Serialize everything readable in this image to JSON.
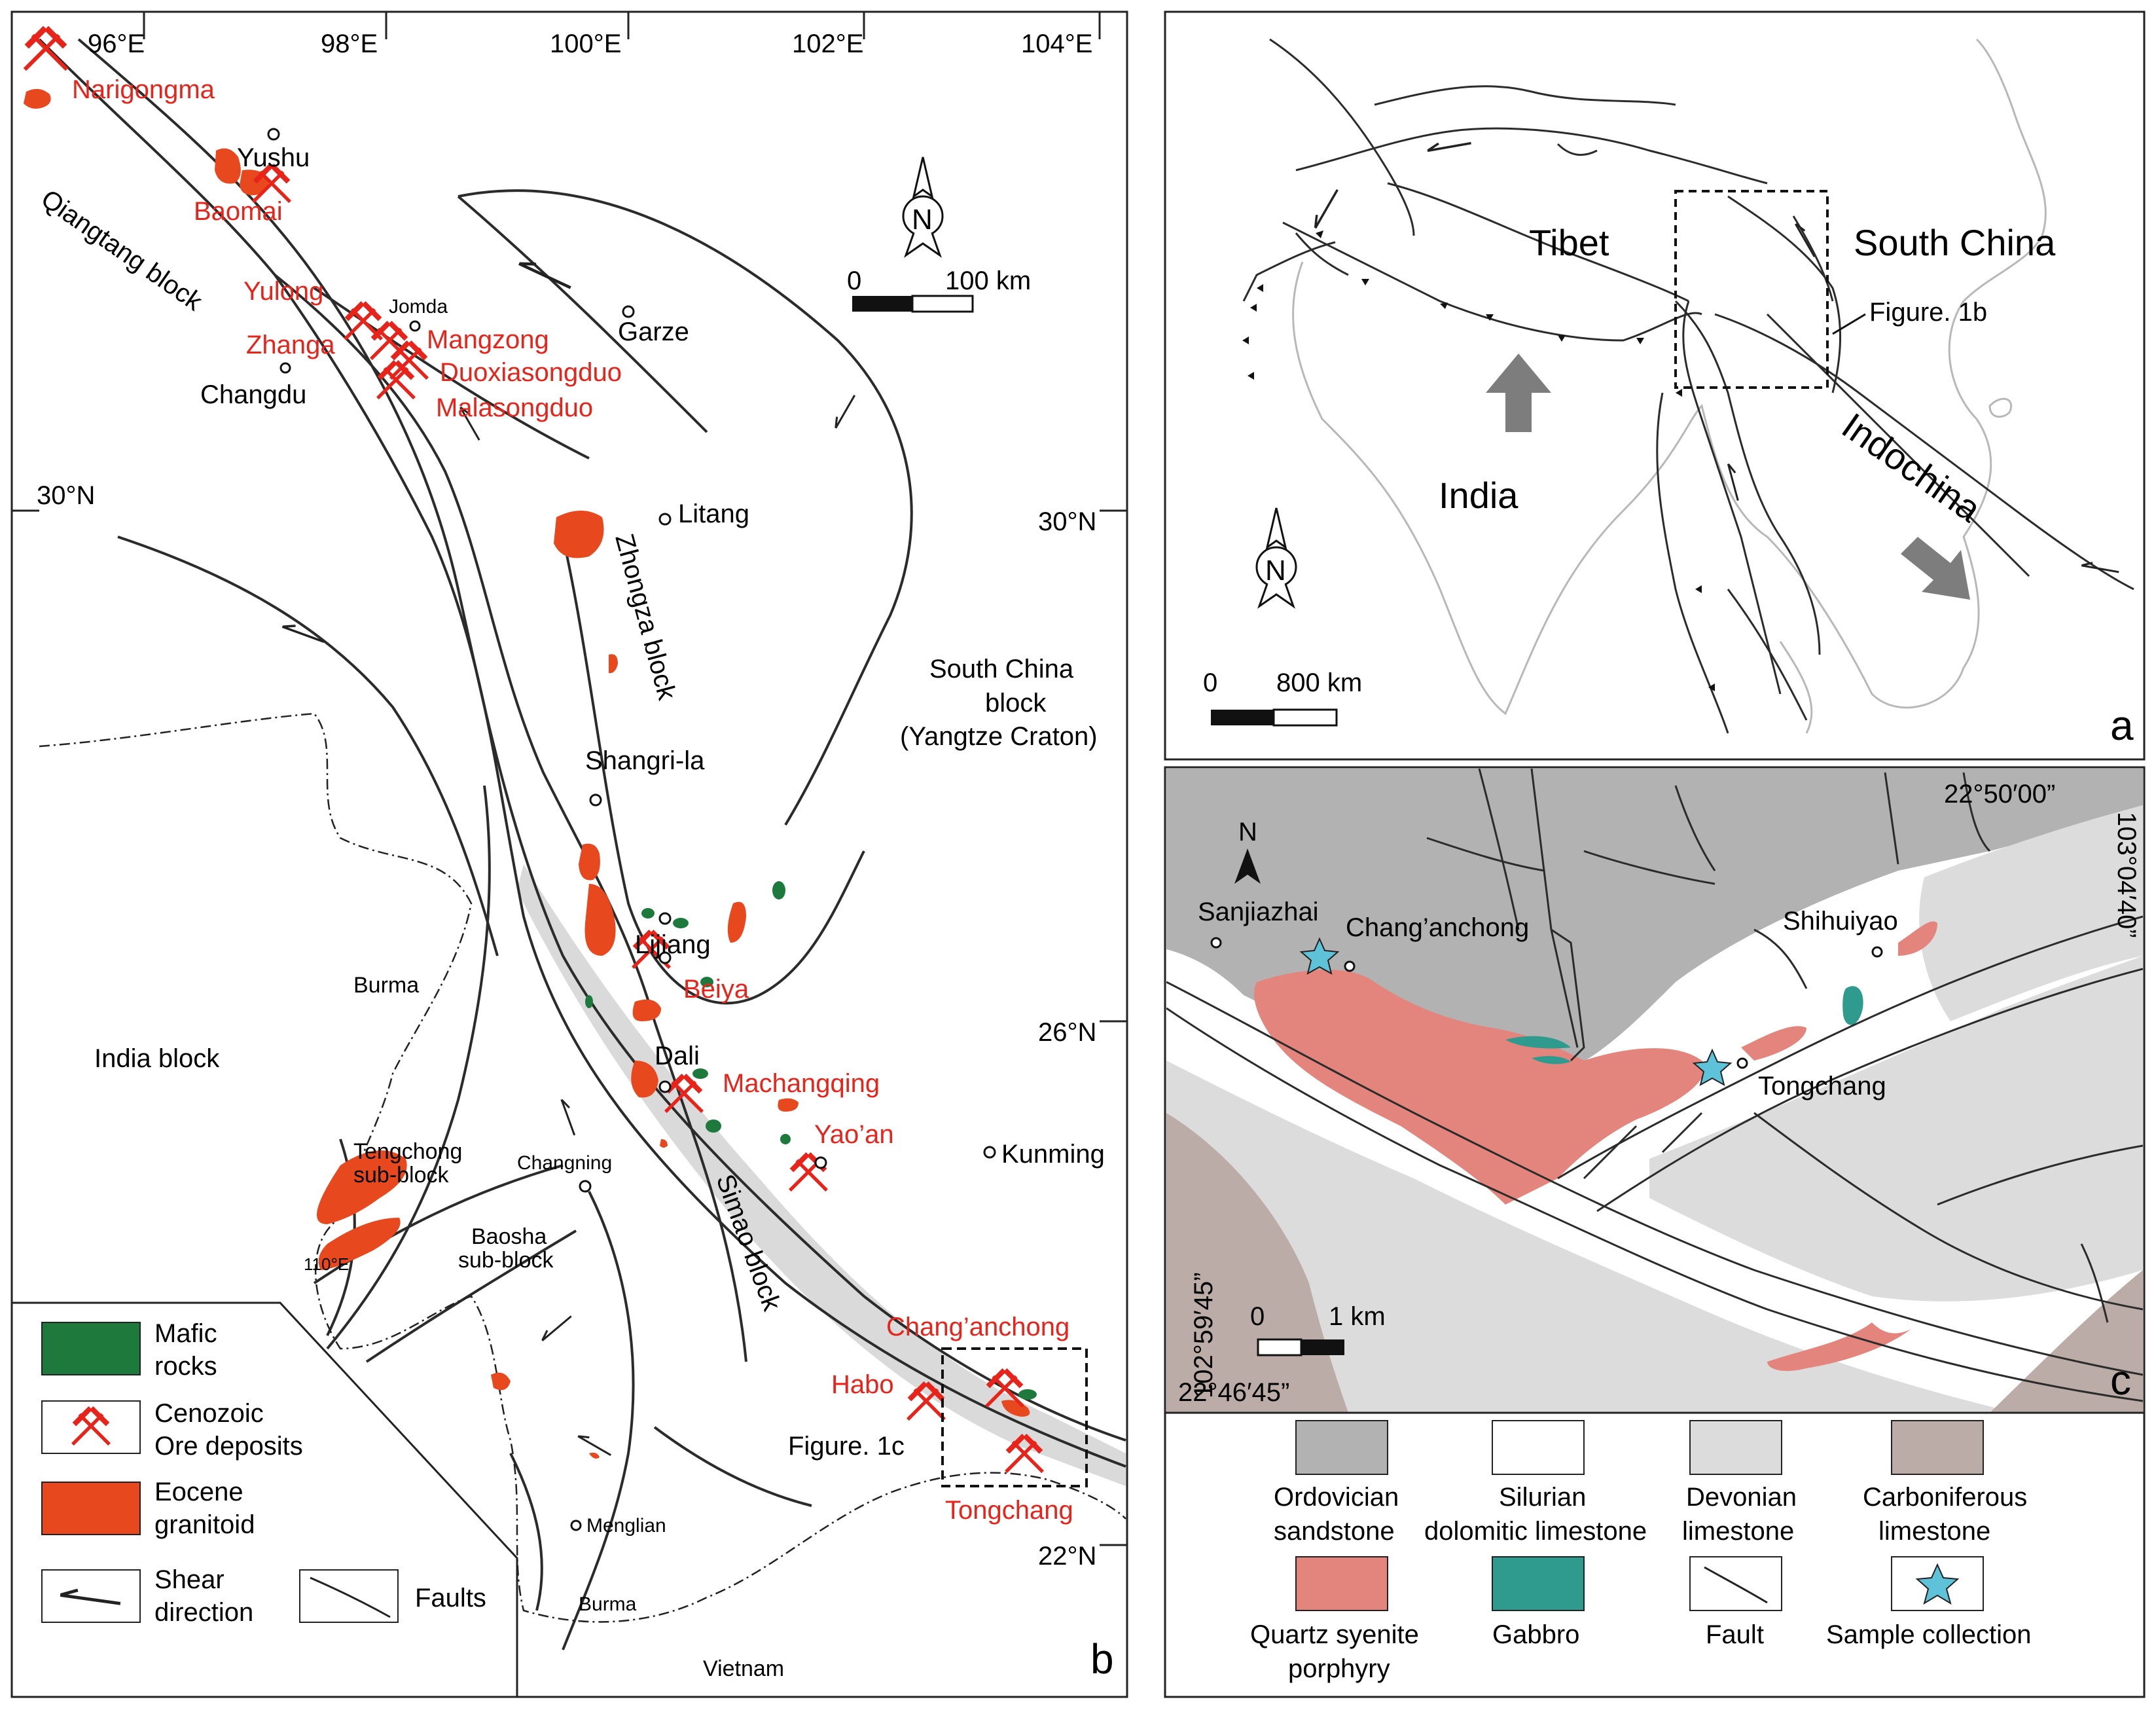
{
  "panel_b": {
    "letter": "b",
    "lon_labels": [
      "96°E",
      "98°E",
      "100°E",
      "102°E",
      "104°E"
    ],
    "lat_labels": {
      "lat30_left": "30°N",
      "lat30_right": "30°N",
      "lat26": "26°N",
      "lat22": "22°N"
    },
    "scale": {
      "zero": "0",
      "value": "100 km"
    },
    "north": "N",
    "blocks": {
      "qiangtang": "Qiangtang block",
      "zhongza": "Zhongza block",
      "south_china_1": "South China",
      "south_china_2": "block",
      "south_china_3": "(Yangtze Craton)",
      "india": "India block",
      "burma": "Burma",
      "burma2": "Burma",
      "vietnam": "Vietnam",
      "simao": "Simao block",
      "tengchong_1": "Tengchong",
      "tengchong_2": "sub-block",
      "baosha_1": "Baosha",
      "baosha_2": "sub-block",
      "lon110": "110°E"
    },
    "cities": {
      "yushu": "Yushu",
      "jomda": "Jomda",
      "garze": "Garze",
      "changdu": "Changdu",
      "litang": "Litang",
      "shangrila": "Shangri-la",
      "lijiang": "Lijiang",
      "dali": "Dali",
      "changning": "Changning",
      "kunming": "Kunming",
      "menglian": "Menglian"
    },
    "deposits": {
      "narigongma": "Narigongma",
      "baomai": "Baomai",
      "yulong": "Yulong",
      "zhanga": "Zhanga",
      "mangzong": "Mangzong",
      "duoxiasongduo": "Duoxiasongduo",
      "malasongduo": "Malasongduo",
      "beiya": "Beiya",
      "machangqing": "Machangqing",
      "yaoan": "Yao’an",
      "changanchong": "Chang’anchong",
      "habo": "Habo",
      "tongchang": "Tongchang"
    },
    "figure_ref": "Figure. 1c",
    "legend": {
      "mafic_1": "Mafic",
      "mafic_2": "rocks",
      "ore_1": "Cenozoic",
      "ore_2": "Ore deposits",
      "granit_1": "Eocene",
      "granit_2": "granitoid",
      "shear_1": "Shear",
      "shear_2": "direction",
      "faults": "Faults"
    }
  },
  "panel_a": {
    "letter": "a",
    "labels": {
      "tibet": "Tibet",
      "south_china": "South China",
      "india": "India",
      "indochina": "Indochina",
      "fig1b": "Figure. 1b"
    },
    "north": "N",
    "scale": {
      "zero": "0",
      "value": "800 km"
    }
  },
  "panel_c": {
    "letter": "c",
    "north": "N",
    "coords": {
      "top_right_lat": "22°50′00”",
      "right_lon": "103°04′40”",
      "left_lon": "102°59′45”",
      "bottom_left_lat": "22°46′45”"
    },
    "places": {
      "sanjiazhai": "Sanjiazhai",
      "changanchong": "Chang’anchong",
      "shihuiyao": "Shihuiyao",
      "tongchang": "Tongchang"
    },
    "scale": {
      "zero": "0",
      "value": "1 km"
    },
    "legend": {
      "ordovician_1": "Ordovician",
      "ordovician_2": "sandstone",
      "silurian_1": "Silurian",
      "silurian_2": "dolomitic limestone",
      "devonian_1": "Devonian",
      "devonian_2": "limestone",
      "carbon_1": "Carboniferous",
      "carbon_2": "limestone",
      "syenite_1": "Quartz syenite",
      "syenite_2": "porphyry",
      "gabbro": "Gabbro",
      "fault": "Fault",
      "sample": "Sample collection"
    }
  },
  "colors": {
    "ore_red": "#e8231a",
    "granitoid": "#e8481e",
    "mafic": "#1e7a3c",
    "ordovician": "#b2b2b2",
    "silurian": "#ffffff",
    "devonian": "#dcdcdc",
    "carboniferous": "#bcaca7",
    "syenite": "#e4857d",
    "gabbro": "#2f9a8e",
    "sample_star": "#5ec3d8",
    "simao_belt": "#dadada"
  }
}
